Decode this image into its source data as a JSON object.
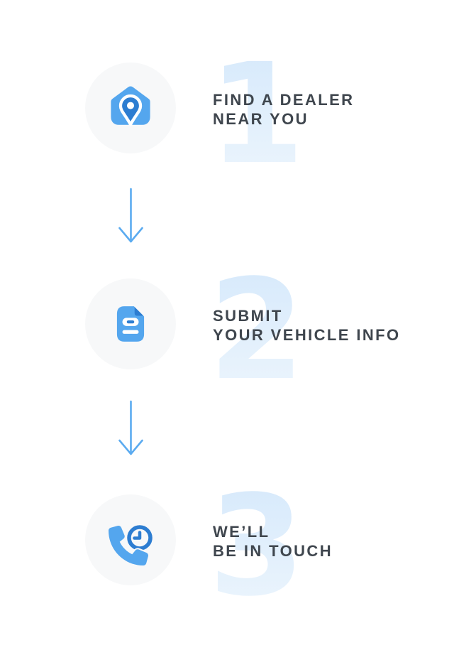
{
  "section": {
    "kind": "how-it-works-steps",
    "step_count": 3
  },
  "colors": {
    "page_bg": "#ffffff",
    "circle_bg": "#f7f8f9",
    "icon_blue": "#54a6ee",
    "icon_dark_blue": "#2d7dd1",
    "heading_text": "#3f464e",
    "number_top": "#d6e9fb",
    "number_bottom": "#ecf5fd",
    "arrow": "#5babf0"
  },
  "steps": [
    {
      "number": "1",
      "icon": "dealer-location-icon",
      "line1": "FIND A DEALER",
      "line2": "NEAR YOU"
    },
    {
      "number": "2",
      "icon": "vehicle-info-document-icon",
      "line1": "SUBMIT",
      "line2": "YOUR VEHICLE INFO"
    },
    {
      "number": "3",
      "icon": "phone-clock-icon",
      "line1": "WE’LL",
      "line2": "BE IN TOUCH"
    }
  ],
  "arrows": [
    {
      "name": "arrow-step1-to-step2",
      "direction": "down"
    },
    {
      "name": "arrow-step2-to-step3",
      "direction": "down"
    }
  ]
}
